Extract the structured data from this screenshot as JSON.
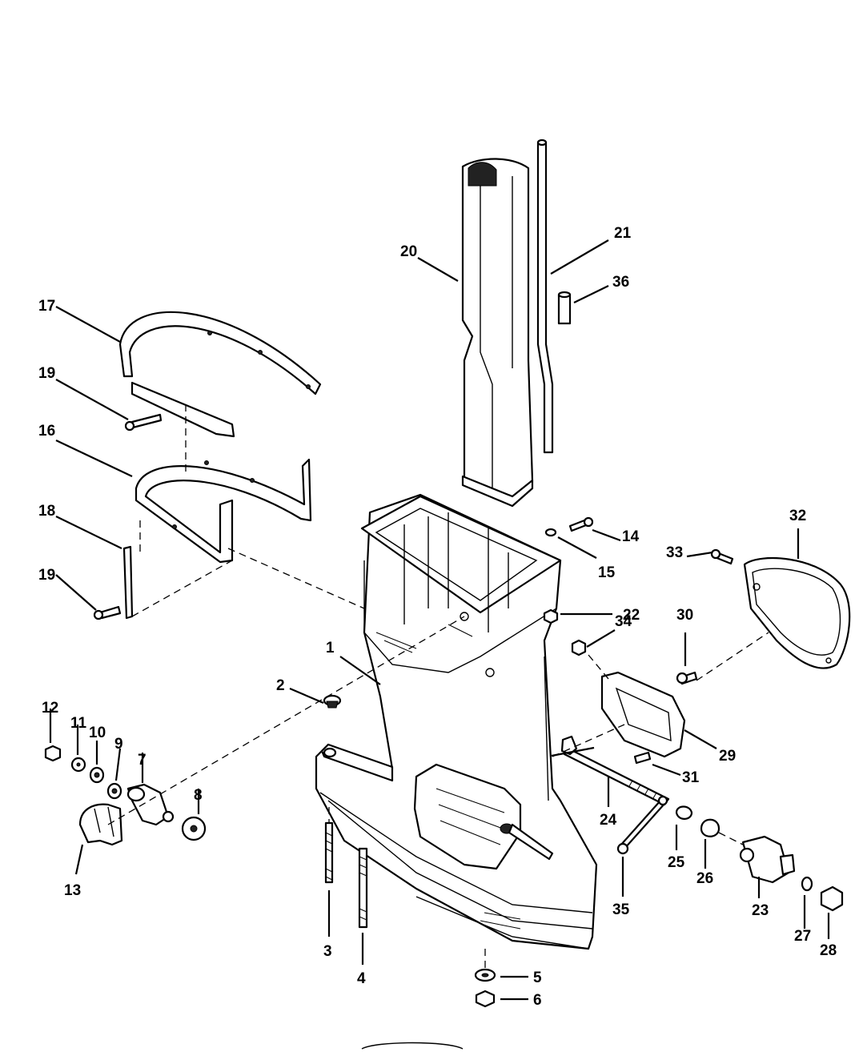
{
  "diagram": {
    "callouts": [
      "1",
      "2",
      "3",
      "4",
      "5",
      "6",
      "7",
      "8",
      "9",
      "10",
      "11",
      "12",
      "13",
      "14",
      "15",
      "16",
      "17",
      "18",
      "19",
      "19",
      "20",
      "21",
      "22",
      "23",
      "24",
      "25",
      "26",
      "27",
      "28",
      "29",
      "30",
      "31",
      "32",
      "33",
      "34",
      "35",
      "36"
    ]
  }
}
